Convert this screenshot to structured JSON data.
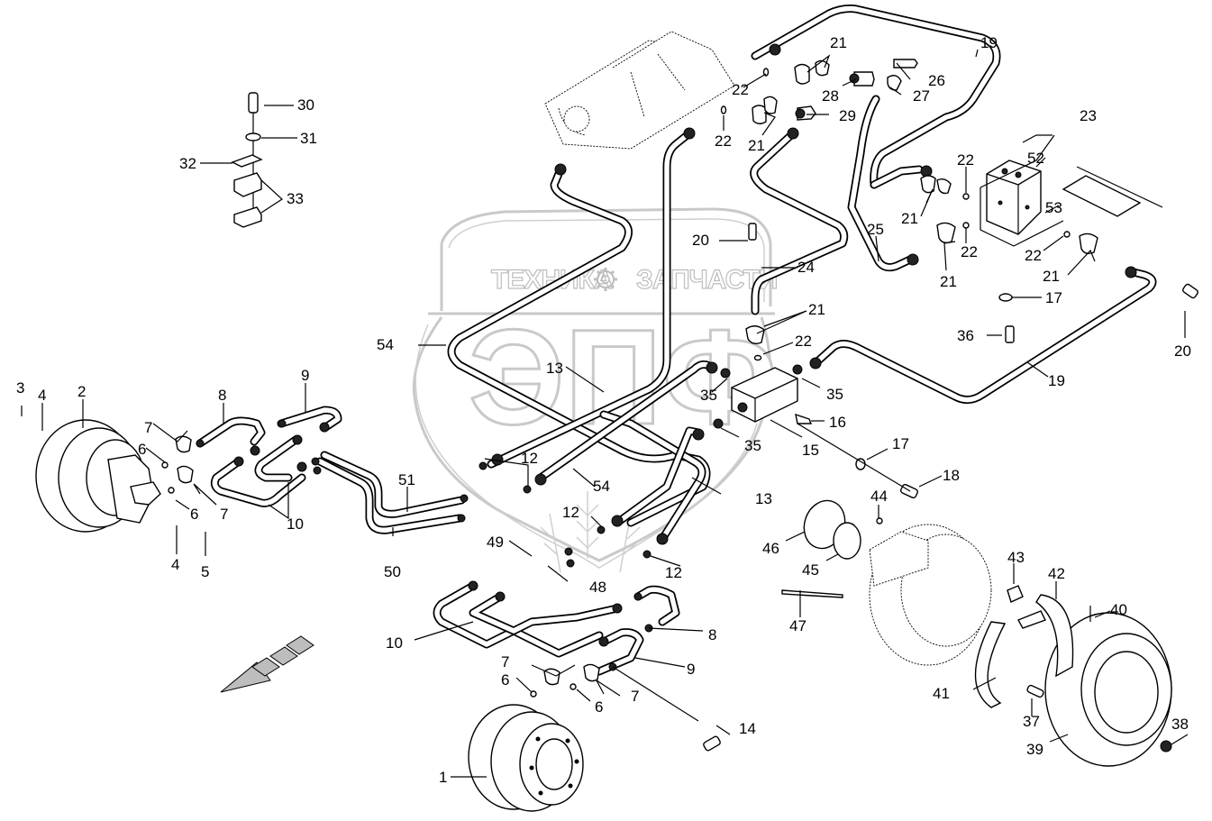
{
  "diagram": {
    "type": "exploded-parts-diagram",
    "subject": "Hydraulic drive motors, brake assembly and piping",
    "watermark": {
      "logo_letters": "ЭПФ",
      "text_left": "ТЕХНИКА",
      "text_right": "ЗАПЧАСТИ",
      "gear_icon": "gear-icon"
    },
    "direction_arrow": "forward-direction-arrow"
  },
  "callouts": [
    {
      "id": "c1",
      "label": "1"
    },
    {
      "id": "c2",
      "label": "2"
    },
    {
      "id": "c3",
      "label": "3"
    },
    {
      "id": "c4a",
      "label": "4"
    },
    {
      "id": "c4b",
      "label": "4"
    },
    {
      "id": "c5",
      "label": "5"
    },
    {
      "id": "c6a",
      "label": "6"
    },
    {
      "id": "c6b",
      "label": "6"
    },
    {
      "id": "c6c",
      "label": "6"
    },
    {
      "id": "c6d",
      "label": "6"
    },
    {
      "id": "c7a",
      "label": "7"
    },
    {
      "id": "c7b",
      "label": "7"
    },
    {
      "id": "c7c",
      "label": "7"
    },
    {
      "id": "c7d",
      "label": "7"
    },
    {
      "id": "c8a",
      "label": "8"
    },
    {
      "id": "c8b",
      "label": "8"
    },
    {
      "id": "c9a",
      "label": "9"
    },
    {
      "id": "c9b",
      "label": "9"
    },
    {
      "id": "c10a",
      "label": "10"
    },
    {
      "id": "c10b",
      "label": "10"
    },
    {
      "id": "c12a",
      "label": "12"
    },
    {
      "id": "c12b",
      "label": "12"
    },
    {
      "id": "c12c",
      "label": "12"
    },
    {
      "id": "c13a",
      "label": "13"
    },
    {
      "id": "c13b",
      "label": "13"
    },
    {
      "id": "c14",
      "label": "14"
    },
    {
      "id": "c15",
      "label": "15"
    },
    {
      "id": "c16",
      "label": "16"
    },
    {
      "id": "c17a",
      "label": "17"
    },
    {
      "id": "c17b",
      "label": "17"
    },
    {
      "id": "c18",
      "label": "18"
    },
    {
      "id": "c19a",
      "label": "19"
    },
    {
      "id": "c19b",
      "label": "19"
    },
    {
      "id": "c20a",
      "label": "20"
    },
    {
      "id": "c20b",
      "label": "20"
    },
    {
      "id": "c21a",
      "label": "21"
    },
    {
      "id": "c21b",
      "label": "21"
    },
    {
      "id": "c21c",
      "label": "21"
    },
    {
      "id": "c21d",
      "label": "21"
    },
    {
      "id": "c21e",
      "label": "21"
    },
    {
      "id": "c21f",
      "label": "21"
    },
    {
      "id": "c22a",
      "label": "22"
    },
    {
      "id": "c22b",
      "label": "22"
    },
    {
      "id": "c22c",
      "label": "22"
    },
    {
      "id": "c22d",
      "label": "22"
    },
    {
      "id": "c22e",
      "label": "22"
    },
    {
      "id": "c22f",
      "label": "22"
    },
    {
      "id": "c23",
      "label": "23"
    },
    {
      "id": "c24",
      "label": "24"
    },
    {
      "id": "c25",
      "label": "25"
    },
    {
      "id": "c26",
      "label": "26"
    },
    {
      "id": "c27",
      "label": "27"
    },
    {
      "id": "c28",
      "label": "28"
    },
    {
      "id": "c29",
      "label": "29"
    },
    {
      "id": "c30",
      "label": "30"
    },
    {
      "id": "c31",
      "label": "31"
    },
    {
      "id": "c32",
      "label": "32"
    },
    {
      "id": "c33",
      "label": "33"
    },
    {
      "id": "c35a",
      "label": "35"
    },
    {
      "id": "c35b",
      "label": "35"
    },
    {
      "id": "c35c",
      "label": "35"
    },
    {
      "id": "c36",
      "label": "36"
    },
    {
      "id": "c37",
      "label": "37"
    },
    {
      "id": "c38",
      "label": "38"
    },
    {
      "id": "c39",
      "label": "39"
    },
    {
      "id": "c40",
      "label": "40"
    },
    {
      "id": "c41",
      "label": "41"
    },
    {
      "id": "c42",
      "label": "42"
    },
    {
      "id": "c43",
      "label": "43"
    },
    {
      "id": "c44",
      "label": "44"
    },
    {
      "id": "c45",
      "label": "45"
    },
    {
      "id": "c46",
      "label": "46"
    },
    {
      "id": "c47",
      "label": "47"
    },
    {
      "id": "c48",
      "label": "48"
    },
    {
      "id": "c49",
      "label": "49"
    },
    {
      "id": "c50",
      "label": "50"
    },
    {
      "id": "c51",
      "label": "51"
    },
    {
      "id": "c52",
      "label": "52"
    },
    {
      "id": "c53",
      "label": "53"
    },
    {
      "id": "c54a",
      "label": "54"
    },
    {
      "id": "c54b",
      "label": "54"
    }
  ]
}
